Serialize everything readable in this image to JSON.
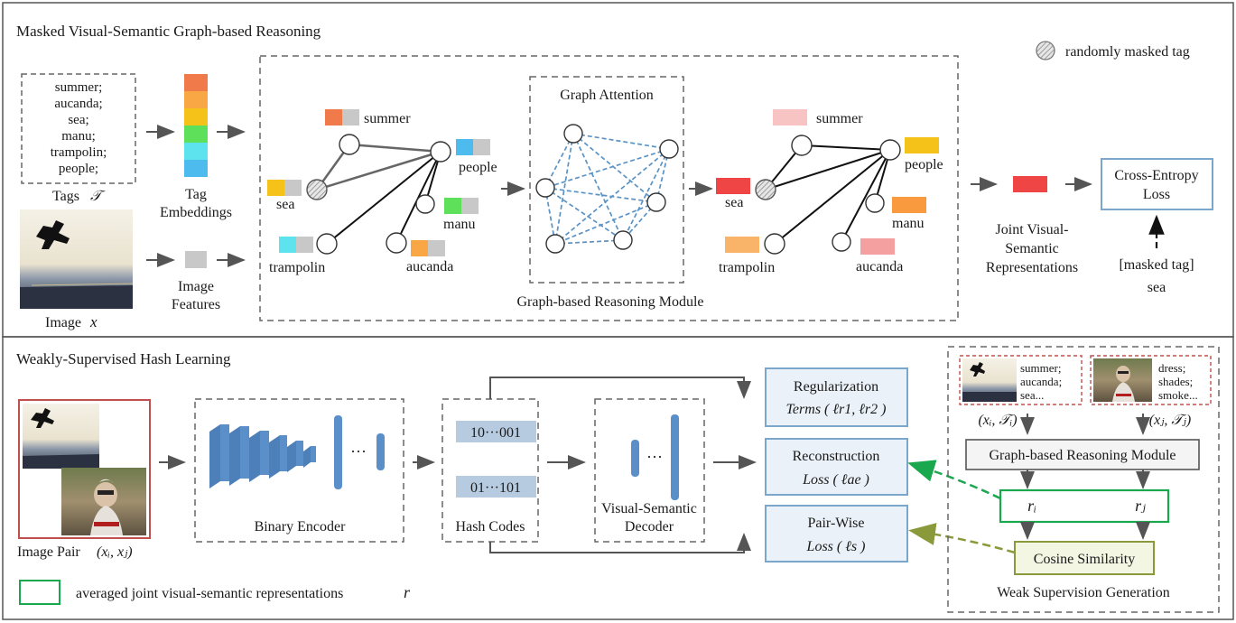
{
  "colors": {
    "tag_summer": "#f07a4a",
    "tag_orange": "#f9a645",
    "tag_yellow": "#f5c21a",
    "tag_green": "#5fe05a",
    "tag_blue": "#4dbbee",
    "tag_cyan": "#5de3ee",
    "tag_grey": "#c8c8c8",
    "tag_red": "#f04545",
    "tag_pink": "#f7b7b7",
    "edge_blue": "#5b93c5",
    "box_blue_border": "#7aa6cc",
    "box_blue_fill": "#eaf1f8",
    "code_fill": "#b7cbe0",
    "network_blue": "#5b8fc9",
    "green": "#1aa84e",
    "olive": "#8a9a3a",
    "olive_fill": "#f3f6e3",
    "red_frame": "#c0504d"
  },
  "top": {
    "section_title": "Masked Visual-Semantic Graph-based Reasoning",
    "legend_masked": "randomly masked tag",
    "tags_list": [
      "summer;",
      "aucanda;",
      "sea;",
      "manu;",
      "trampolin;",
      "people;"
    ],
    "tags_caption": "Tags",
    "tags_symbol": "𝒯",
    "tag_emb_caption": [
      "Tag",
      "Embeddings"
    ],
    "image_caption": "Image",
    "image_symbol": "x",
    "image_feat_caption": [
      "Image",
      "Features"
    ],
    "graph_module_caption": "Graph-based Reasoning Module",
    "graph_attention": "Graph Attention",
    "node_labels_left": {
      "summer": "summer",
      "people": "people",
      "sea": "sea",
      "manu": "manu",
      "trampolin": "trampolin",
      "aucanda": "aucanda"
    },
    "node_labels_right": {
      "summer": "summer",
      "people": "people",
      "sea": "sea",
      "manu": "manu",
      "trampolin": "trampolin",
      "aucanda": "aucanda"
    },
    "joint_caption": [
      "Joint Visual-",
      "Semantic",
      "Representations"
    ],
    "ce_loss": [
      "Cross-Entropy",
      "Loss"
    ],
    "masked_tag": [
      "[masked tag]",
      "sea"
    ]
  },
  "bottom": {
    "section_title": "Weakly-Supervised Hash Learning",
    "image_pair_caption": "Image Pair",
    "image_pair_symbol": "(xᵢ, xⱼ)",
    "binary_encoder": "Binary Encoder",
    "encoder_dots": "···",
    "hash_codes": "Hash Codes",
    "code_1": "10···001",
    "code_2": "01···101",
    "decoder": [
      "Visual-Semantic",
      "Decoder"
    ],
    "decoder_dots": "···",
    "regularization": [
      "Regularization",
      "Terms ( ℓr1, ℓr2 )"
    ],
    "reconstruction": [
      "Reconstruction",
      "Loss ( ℓae )"
    ],
    "pairwise": [
      "Pair-Wise",
      "Loss ( ℓs )"
    ],
    "ws_tags_i": [
      "summer;",
      "aucanda;",
      "sea..."
    ],
    "ws_tags_j": [
      "dress;",
      "shades;",
      "smoke..."
    ],
    "ws_pair_i": "(xᵢ, 𝒯ᵢ)",
    "ws_pair_j": "(xⱼ, 𝒯ⱼ)",
    "ws_graph_module": "Graph-based Reasoning Module",
    "ws_ri": "rᵢ",
    "ws_rj": "rⱼ",
    "ws_cosine": "Cosine Similarity",
    "ws_caption": "Weak Supervision Generation",
    "legend_green": "averaged joint visual-semantic representations",
    "legend_green_symbol": "r"
  }
}
